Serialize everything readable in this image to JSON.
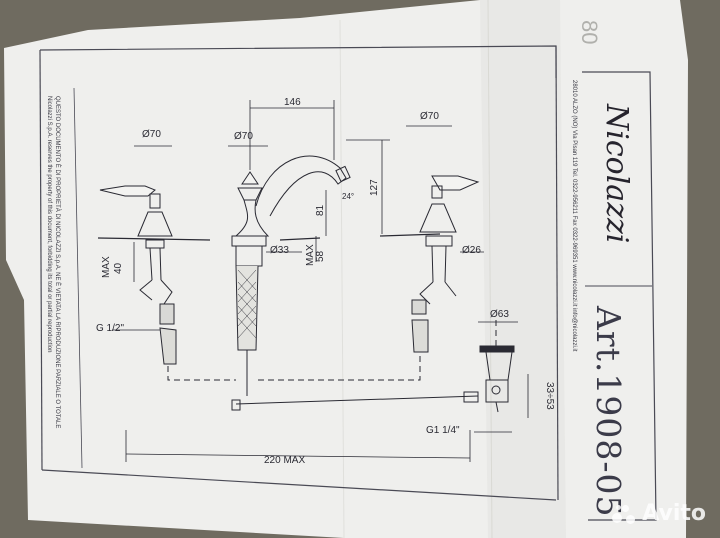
{
  "drawing": {
    "article": "Art.1908-05",
    "brand_signature": "Nicolazzi",
    "address_line": "28010 ALZO (NO) Via Pisan 119 Tel. 0322-956211 Fax 0322-969351 www.nicolazzi.it info@nicolazzi.it",
    "partial_number": "80",
    "notice_lines": [
      "QUESTO DOCUMENTO È DI PROPRIETÀ DI NICOLAZZI S.p.A. NE È VIETATA LA RIPRODUZIONE PARZIALE O TOTALE",
      "Nicolazzi S.p.A. reserves the property of this document, forbidding its total or partial reproduction"
    ]
  },
  "dimensions": {
    "width_146": "146",
    "dia70_left": "Ø70",
    "dia70_center": "Ø70",
    "dia70_right": "Ø70",
    "height_127": "127",
    "height_81": "81",
    "angle_24": "24°",
    "max_58": "58",
    "max_58_label": "MAX",
    "dia33": "Ø33",
    "dia26": "Ø26",
    "max_40": "40",
    "max_40_label": "MAX",
    "g12": "G 1/2\"",
    "dia63": "Ø63",
    "range_33_53": "33÷53",
    "g114": "G1 1/4\"",
    "width_220": "220 MAX"
  },
  "watermark": {
    "text": "Avito"
  },
  "colors": {
    "paper": "#efefed",
    "ink": "#2a2a33",
    "table": "#6f6b60"
  }
}
